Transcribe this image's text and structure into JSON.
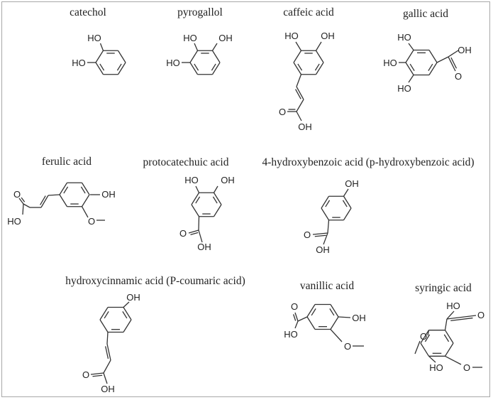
{
  "molecules": [
    {
      "name": "catechol",
      "atoms": [
        "HO",
        "HO"
      ]
    },
    {
      "name": "pyrogallol",
      "atoms": [
        "HO",
        "OH",
        "HO"
      ]
    },
    {
      "name": "caffeic acid",
      "atoms": [
        "HO",
        "OH",
        "O",
        "OH"
      ]
    },
    {
      "name": "gallic acid",
      "atoms": [
        "HO",
        "HO",
        "HO",
        "OH",
        "O"
      ]
    },
    {
      "name": "ferulic acid",
      "atoms": [
        "O",
        "HO",
        "OH",
        "O"
      ]
    },
    {
      "name": "protocatechuic acid",
      "atoms": [
        "HO",
        "OH",
        "O",
        "OH"
      ]
    },
    {
      "name": "4-hydroxybenzoic acid (p-hydroxybenzoic acid)",
      "atoms": [
        "OH",
        "O",
        "OH"
      ]
    },
    {
      "name": "hydroxycinnamic acid (P-coumaric acid)",
      "atoms": [
        "OH",
        "O",
        "OH"
      ]
    },
    {
      "name": "vanillic acid",
      "atoms": [
        "O",
        "HO",
        "OH",
        "O"
      ]
    },
    {
      "name": "syringic acid",
      "atoms": [
        "HO",
        "O",
        "O",
        "HO",
        "O"
      ]
    }
  ]
}
